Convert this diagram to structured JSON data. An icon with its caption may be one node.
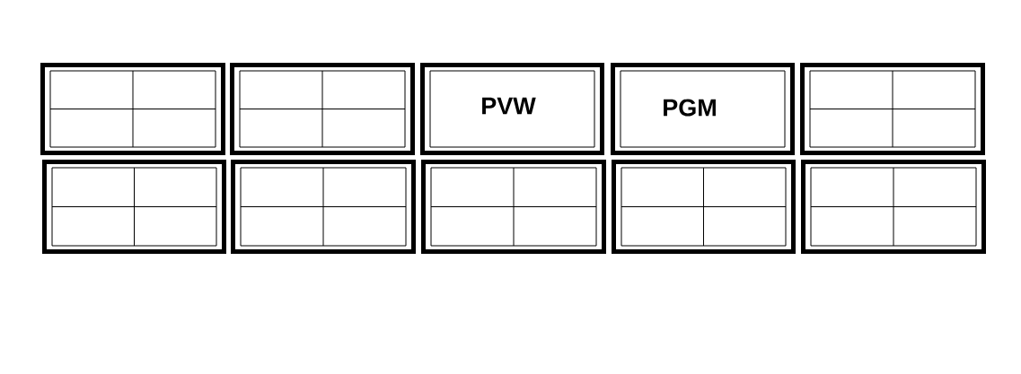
{
  "diagram": {
    "nodes": [
      {
        "text": [],
        "shape": "grid"
      },
      {
        "text": [],
        "shape": "grid"
      },
      {
        "text": [
          "PVW"
        ]
      },
      {
        "text": [
          "PGM"
        ]
      },
      {
        "text": [],
        "shape": "grid"
      },
      {
        "text": [],
        "shape": "grid"
      },
      {
        "text": [],
        "shape": "grid"
      },
      {
        "text": [],
        "shape": "grid"
      },
      {
        "text": [],
        "shape": "grid"
      },
      {
        "text": [],
        "shape": "grid"
      }
    ]
  }
}
